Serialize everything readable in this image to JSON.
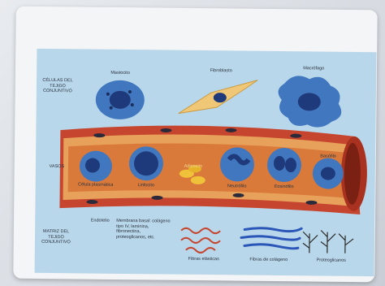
{
  "labels": {
    "celulas": "CÉLULAS DEL TEJIDO CONJUNTIVO",
    "vasos": "VASOS",
    "matriz": "MATRIZ DEL TEJIDO CONJUNTIVO",
    "mastocito": "Mastocito",
    "fibroblasto": "Fibroblasto",
    "macrofago": "Macrófago",
    "celula_plasmatica": "Célula plasmática",
    "linfocito": "Linfocito",
    "neutrofilo": "Neutrófilo",
    "eosinofilo": "Eosinófilo",
    "basofilo": "Basófilo",
    "adipocito": "Adipocito",
    "endotelio": "Endotelio",
    "membrana_basal": "Membrana basal: colágeno tipo IV, laminina, fibronectina, proteoglicanos, etc.",
    "fibras_elasticas": "Fibras elásticas",
    "fibras_colageno": "Fibras de colágeno",
    "proteoglicanos": "Proteoglicanos"
  },
  "colors": {
    "plate": "#b9d7ea",
    "vessel": "#c6452f",
    "vessel_inner": "#e8a15a",
    "cell": "#3d6fb6",
    "nucleus": "#1f3a7a"
  }
}
